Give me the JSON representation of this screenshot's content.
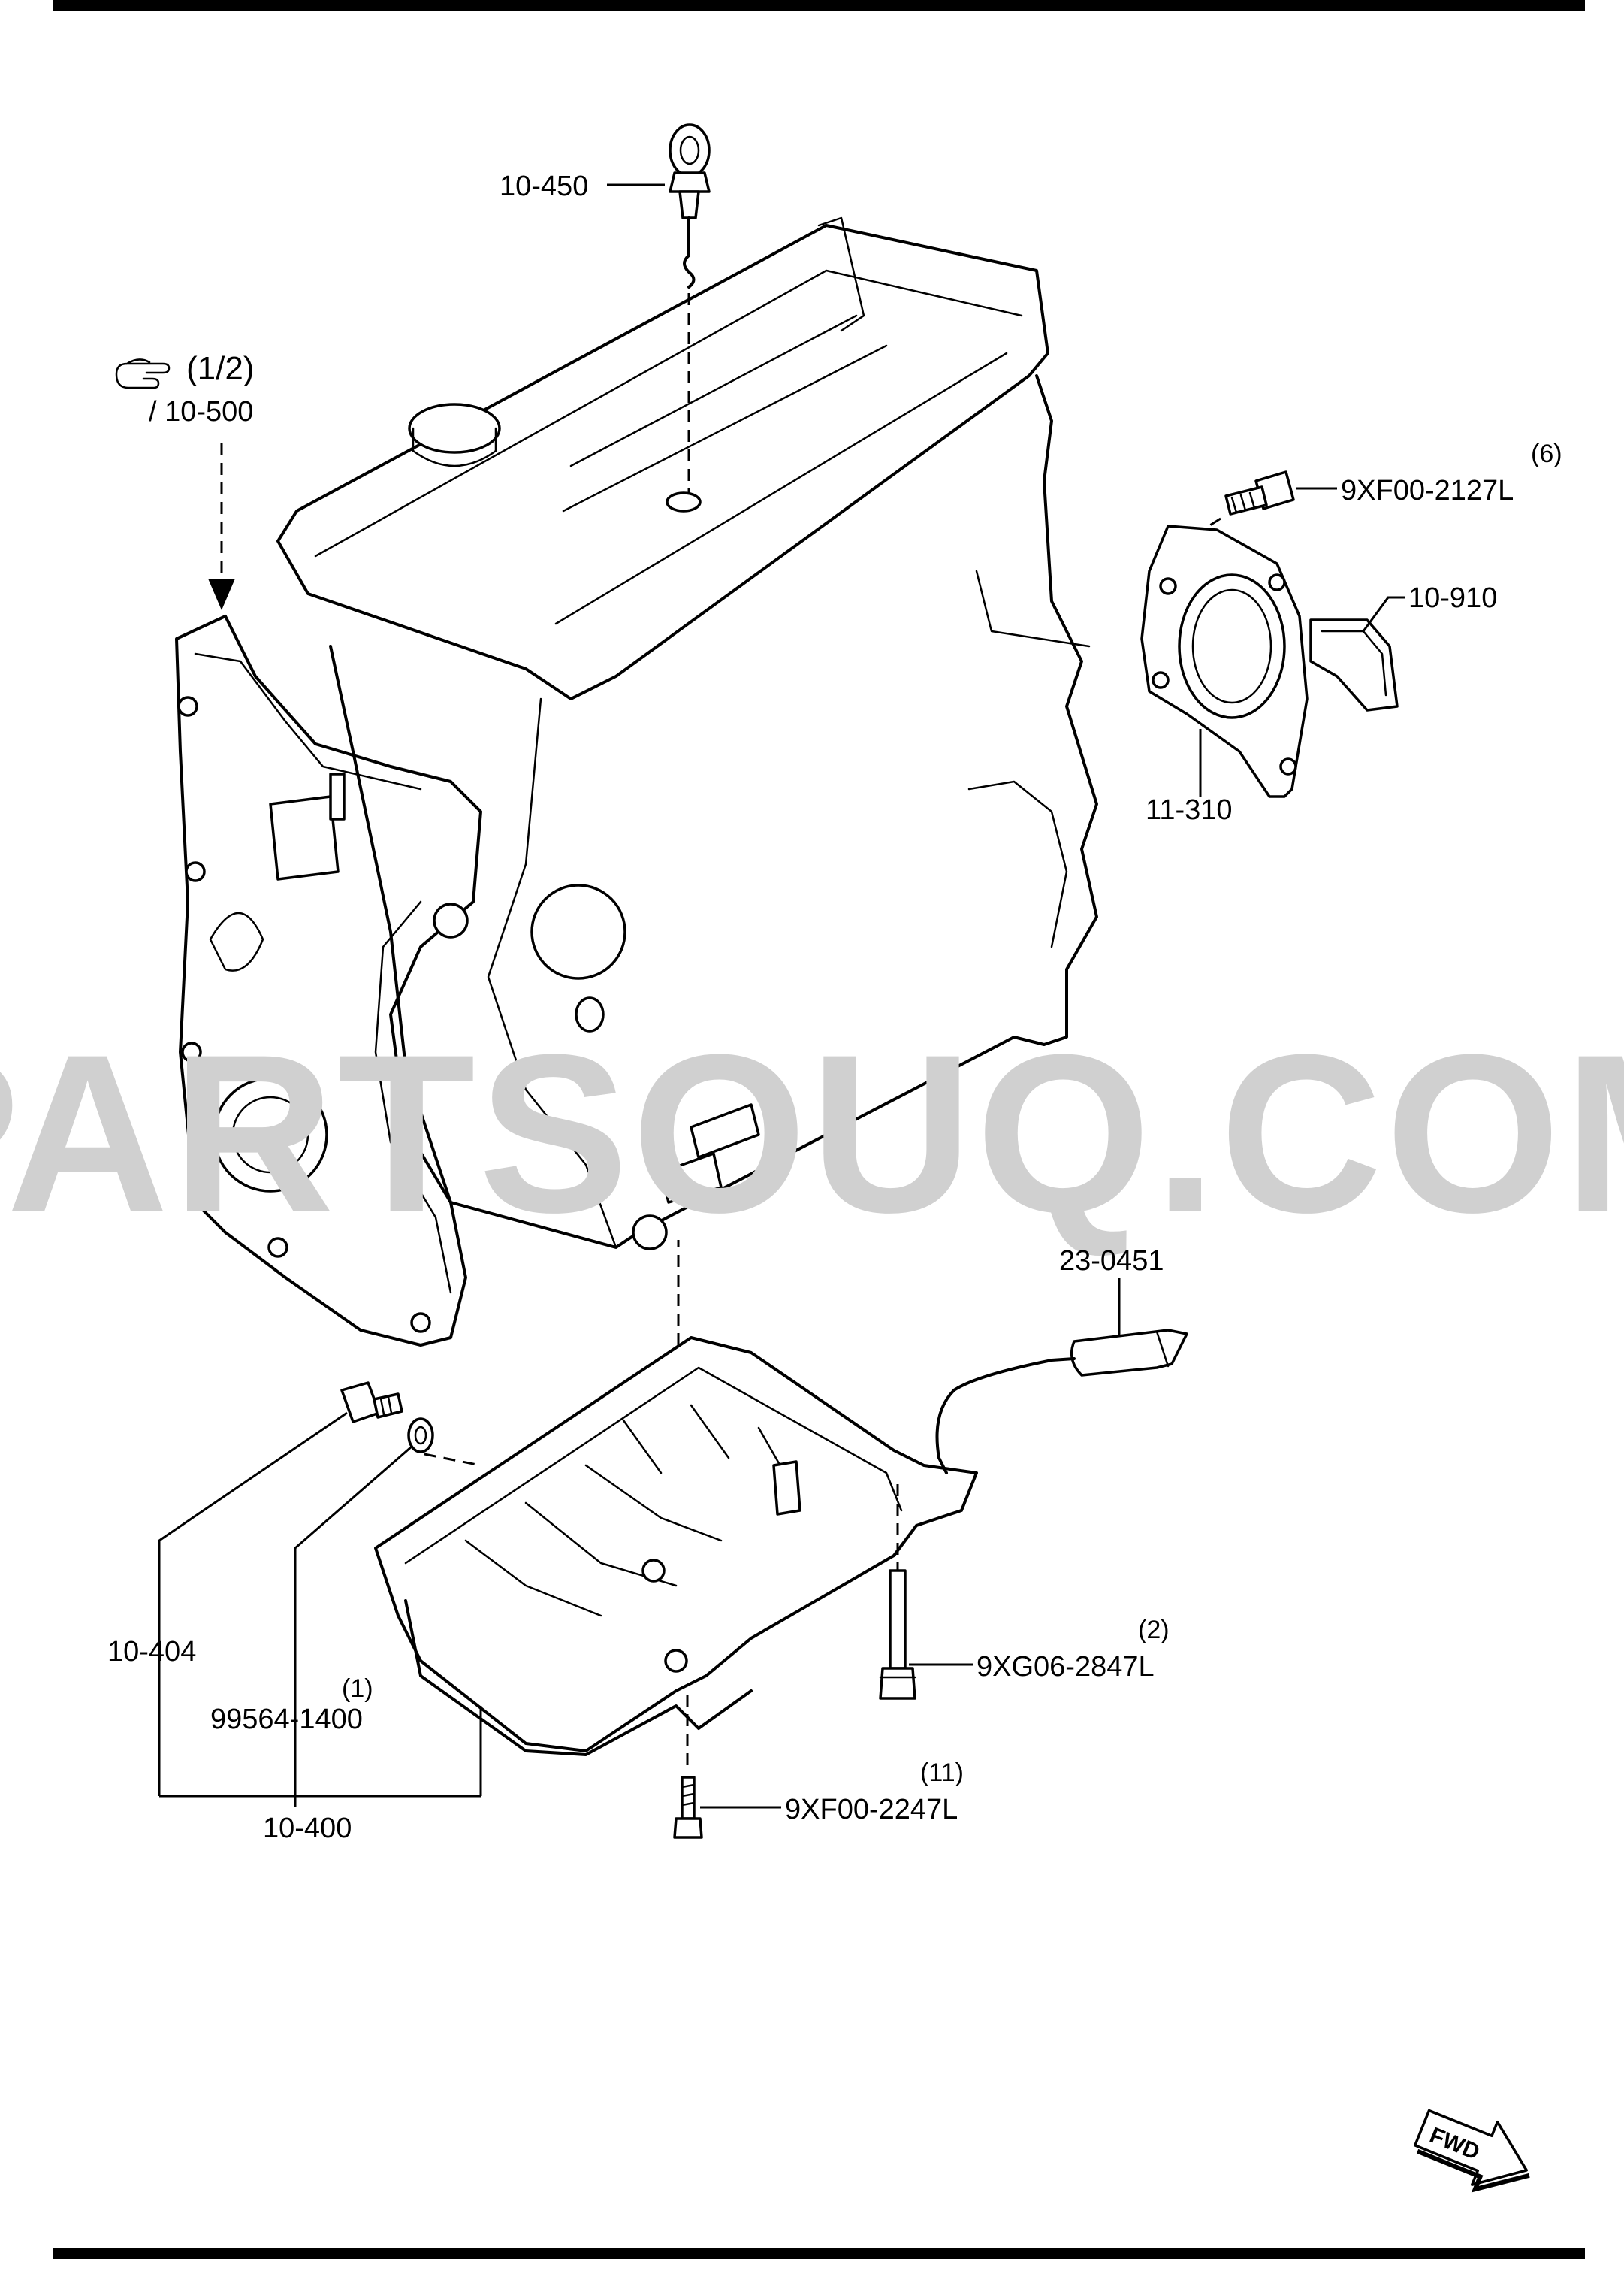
{
  "watermark": "PARTSOUQ.COM",
  "reference": {
    "symbol": "hand-pointer-icon",
    "page": "(1/2)",
    "ref_code": "/ 10-500"
  },
  "parts": {
    "dipstick": {
      "code": "10-450"
    },
    "rear_seal_bolt": {
      "code": "9XF00-2127L",
      "qty": "(6)"
    },
    "rear_oil_seal": {
      "code": "10-910"
    },
    "seal_housing": {
      "code": "11-310"
    },
    "oil_level_sensor": {
      "code": "23-0451"
    },
    "pan_long_bolt": {
      "code": "9XG06-2847L",
      "qty": "(2)"
    },
    "drain_plug": {
      "code": "10-404"
    },
    "drain_washer": {
      "code": "99564-1400",
      "qty": "(1)"
    },
    "oil_pan": {
      "code": "10-400"
    },
    "pan_bolt": {
      "code": "9XF00-2247L",
      "qty": "(11)"
    }
  },
  "fwd_arrow": {
    "label": "FWD"
  },
  "colors": {
    "ink": "#000000",
    "watermark": "#d0d0d0",
    "paper": "#ffffff"
  }
}
